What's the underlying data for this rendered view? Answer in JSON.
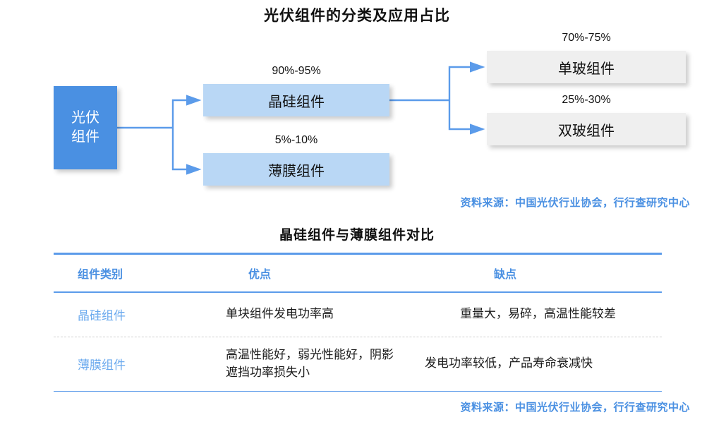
{
  "chart_title": "光伏组件的分类及应用占比",
  "table_title": "晶硅组件与薄膜组件对比",
  "diagram": {
    "root": {
      "label": "光伏\n组件"
    },
    "level2": [
      {
        "name": "crystalline",
        "label": "晶硅组件",
        "percent": "90%-95%"
      },
      {
        "name": "thin-film",
        "label": "薄膜组件",
        "percent": "5%-10%"
      }
    ],
    "level3": [
      {
        "name": "single-glass",
        "label": "单玻组件",
        "percent": "70%-75%"
      },
      {
        "name": "double-glass",
        "label": "双玻组件",
        "percent": "25%-30%"
      }
    ],
    "colors": {
      "root_fill": "#4a90e2",
      "level2_fill": "#b9d7f5",
      "level3_fill": "#efefef",
      "connector": "#5b9bea"
    }
  },
  "table": {
    "headers": [
      "组件类别",
      "优点",
      "缺点"
    ],
    "rows": [
      {
        "category": "晶硅组件",
        "pros": "单块组件发电功率高",
        "cons": "重量大，易碎，高温性能较差"
      },
      {
        "category": "薄膜组件",
        "pros": "高温性能好，弱光性能好，阴影遮挡功率损失小",
        "cons": "发电功率较低，产品寿命衰减快"
      }
    ]
  },
  "source_top": "资料来源：中国光伏行业协会，行行查研究中心",
  "source_bottom": "资料来源：中国光伏行业协会，行行查研究中心",
  "accent_color": "#4a90e2"
}
